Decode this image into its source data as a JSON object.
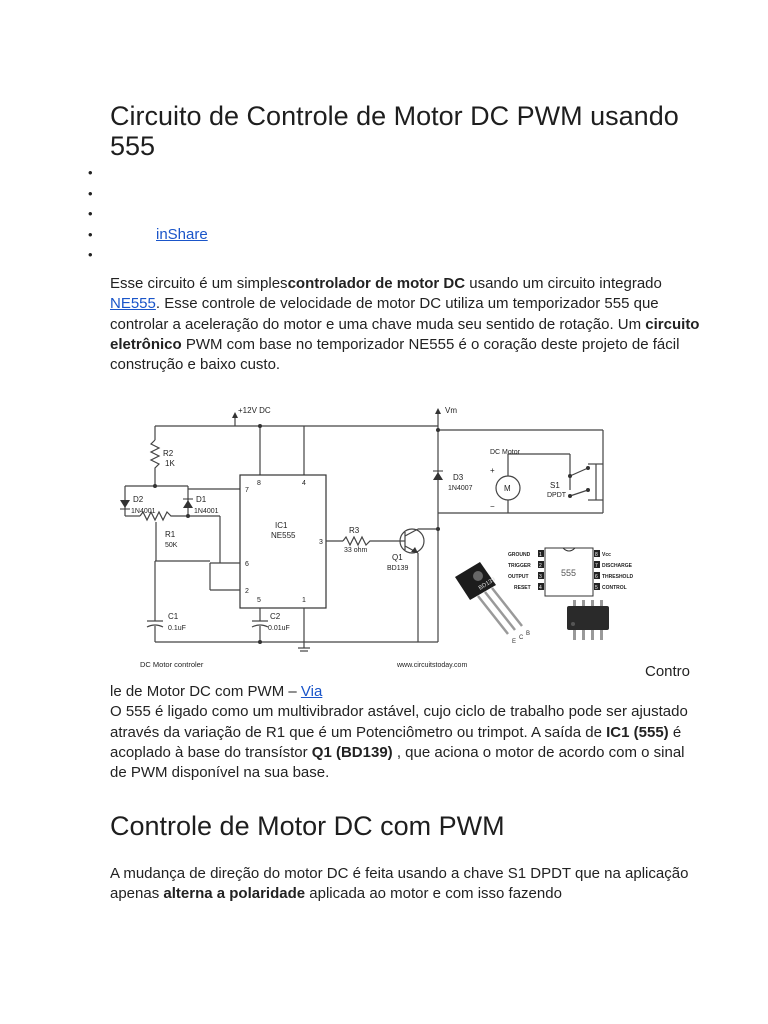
{
  "article": {
    "title": "Circuito de Controle de Motor DC PWM usando 555",
    "share_bullets": [
      "",
      "",
      "",
      "inShare",
      ""
    ],
    "para1": {
      "t1": "Esse circuito é um simples",
      "b1": "controlador de motor DC",
      "t2": " usando um circuito integrado  ",
      "link": "NE555",
      "t3": ". Esse controle de velocidade de motor DC utiliza um temporizador 555 que  controlar a aceleração do motor e uma chave  muda seu sentido de rotação. Um ",
      "b2": "circuito eletrônico",
      "t4": " PWM com base no temporizador NE555 é o coração deste projeto de fácil construção e baixo custo."
    },
    "caption": {
      "part1": "Contro",
      "part2": "le de Motor DC com PWM – ",
      "link": "Via"
    },
    "para2": {
      "t1": "O 555 é ligado como um multivibrador astável, cujo ciclo de trabalho pode ser ajustado através da variação de R1 que é um Potenciômetro ou trimpot. A saída de ",
      "b1": "IC1 (555)",
      "t2": " é acoplado à base do transístor ",
      "b2": "Q1 (BD139)",
      "t3": " , que aciona o motor de acordo com o sinal de PWM disponível na sua base."
    },
    "heading2": "Controle de Motor DC com PWM",
    "para3": {
      "t1": "A mudança de direção do motor DC é feita usando a chave S1 DPDT que na aplicação apenas ",
      "b1": "alterna a polaridade",
      "t2": " aplicada ao motor e com isso fazendo"
    }
  },
  "figure": {
    "labels": {
      "supply": "+12V DC",
      "vm": "Vm",
      "r2": "R2",
      "r2_val": "1K",
      "d2": "D2",
      "d2_val": "1N4001",
      "d1": "D1",
      "d1_val": "1N4001",
      "r1": "R1",
      "r1_val": "50K",
      "ic1": "IC1",
      "ic1_val": "NE555",
      "pin8": "8",
      "pin4": "4",
      "pin7": "7",
      "pin6": "6",
      "pin2": "2",
      "pin5": "5",
      "pin1": "1",
      "pin3": "3",
      "r3": "R3",
      "r3_val": "33 ohm",
      "q1": "Q1",
      "q1_val": "BD139",
      "d3": "D3",
      "d3_val": "1N4007",
      "motor_title": "DC Motor",
      "motor_m": "M",
      "plus": "+",
      "minus": "−",
      "s1": "S1",
      "s1_val": "DPDT",
      "c1": "C1",
      "c1_val": "0.1uF",
      "c2": "C2",
      "c2_val": "0.01uF",
      "chip_555": "555",
      "pin_ground": "GROUND",
      "pin_trigger": "TRIGGER",
      "pin_output": "OUTPUT",
      "pin_reset": "RESET",
      "pin_vcc": "Vcc",
      "pin_discharge": "DISCHARGE",
      "pin_threshold": "THRESHOLD",
      "pin_control": "CONTROL",
      "pkg_pin1": "1",
      "pkg_pin2": "2",
      "pkg_pin3": "3",
      "pkg_pin4": "4",
      "pkg_pin5": "5",
      "pkg_pin6": "6",
      "pkg_pin7": "7",
      "pkg_pin8": "8",
      "transistor_mark": "BD139",
      "leg_e": "E",
      "leg_c": "C",
      "leg_b": "B",
      "footer_left": "DC Motor controler",
      "footer_right": "www.circuitstoday.com"
    }
  }
}
